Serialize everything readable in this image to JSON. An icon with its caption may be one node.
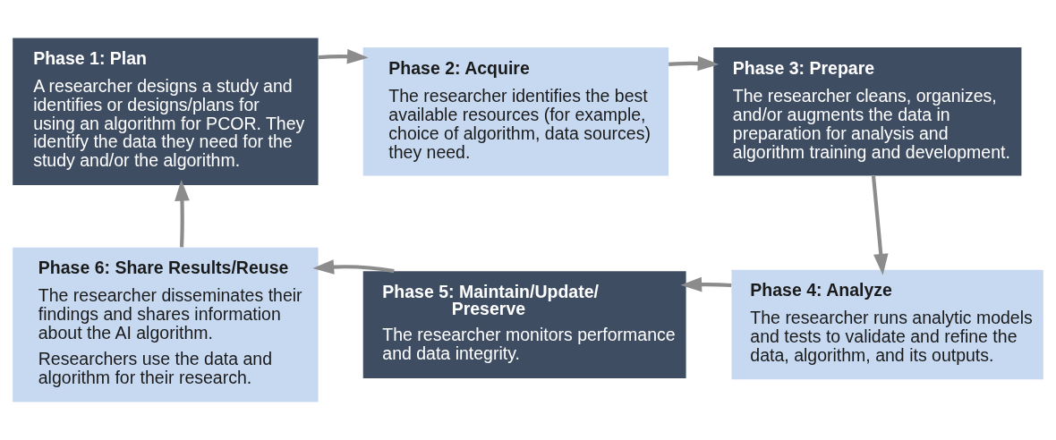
{
  "diagram": {
    "nodes": [
      {
        "text": [
          "Phase 1: Plan",
          "A researcher designs a study and identifies or designs/plans for using an algorithm for PCOR. They identify the data they need for the study and/or the algorithm."
        ]
      },
      {
        "text": [
          "Phase 2: Acquire",
          "The researcher identifies the best available resources (for example, choice of algorithm, data sources) they need."
        ]
      },
      {
        "text": [
          "Phase 3: Prepare",
          "The researcher cleans, organizes, and/or augments the data in preparation for analysis and algorithm training and development."
        ]
      },
      {
        "text": [
          "Phase 4: Analyze",
          "The researcher runs analytic models and tests to validate and refine the data, algorithm, and its outputs."
        ]
      },
      {
        "text": [
          "Phase 5: Maintain/Update/ Preserve",
          "The researcher monitors performance and data integrity."
        ]
      },
      {
        "text": [
          "Phase 6: Share Results/Reuse",
          "The researcher disseminates their findings and shares information about the AI algorithm.",
          "Researchers use the data and algorithm for their research."
        ]
      }
    ],
    "edges": [
      {
        "from": 0,
        "to": 1,
        "arrow": "to"
      },
      {
        "from": 1,
        "to": 2,
        "arrow": "to"
      },
      {
        "from": 2,
        "to": 3,
        "arrow": "to"
      },
      {
        "from": 3,
        "to": 4,
        "arrow": "to"
      },
      {
        "from": 4,
        "to": 5,
        "arrow": "to"
      },
      {
        "from": 5,
        "to": 0,
        "arrow": "to"
      }
    ]
  }
}
